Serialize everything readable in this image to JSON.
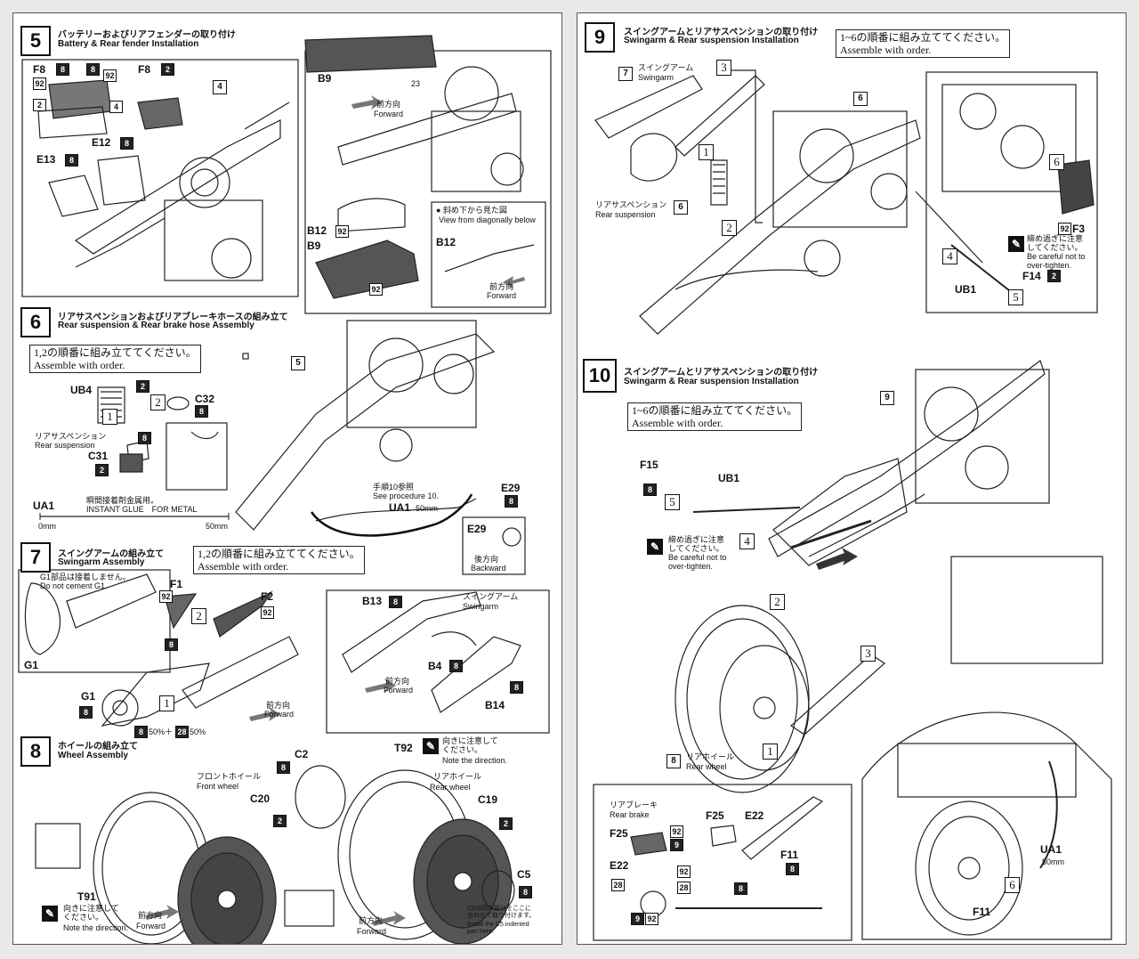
{
  "step5": {
    "num": "5",
    "title_jp": "バッテリーおよびリアフェンダーの取り付け",
    "title_en": "Battery & Rear fender Installation",
    "parts": {
      "f8a": "F8",
      "f8b": "F8",
      "e12": "E12",
      "e13": "E13",
      "b9a": "B9",
      "b9b": "B9",
      "b12a": "B12",
      "b12b": "B12"
    },
    "codes": {
      "c8a": "8",
      "c8b": "8",
      "c92a": "92",
      "c92b": "92",
      "c2a": "2",
      "c4": "4",
      "c2b": "2",
      "c8c": "8",
      "c8d": "8",
      "c23": "23",
      "c92c": "92",
      "c92d": "92"
    },
    "ref": "4",
    "forward_jp": "前方向",
    "forward_en": "Forward",
    "diag_jp": "● 斜め下から見た図",
    "diag_en": "View from diagonally below",
    "forward2_jp": "前方向",
    "forward2_en": "Forward"
  },
  "step6": {
    "num": "6",
    "title_jp": "リアサスペンションおよびリアブレーキホースの組み立て",
    "title_en": "Rear suspension & Rear brake hose Assembly",
    "note_jp": "1,2の順番に組み立ててください。",
    "note_en": "Assemble with order.",
    "ub4": "UB4",
    "c32": "C32",
    "c31": "C31",
    "rear_susp_jp": "リアサスペンション",
    "rear_susp_en": "Rear suspension",
    "order1": "1",
    "order2": "2",
    "codes": {
      "a": "2",
      "b": "8",
      "c": "8",
      "d": "2"
    },
    "ref": "5",
    "ua1": "UA1",
    "glue_jp": "瞬間接着剤金属用。",
    "glue_en": "INSTANT GLUE　FOR METAL",
    "scale_start": "0mm",
    "scale_end": "50mm",
    "proc_jp": "手順10参照",
    "proc_en": "See procedure 10.",
    "ua1_b": "UA1",
    "ua1_len": "50mm",
    "e29a": "E29",
    "e29b": "E29",
    "e29_code": "8",
    "backward_jp": "後方向",
    "backward_en": "Backward"
  },
  "step7": {
    "num": "7",
    "title_jp": "スイングアームの組み立て",
    "title_en": "Swingarm Assembly",
    "note_jp": "1,2の順番に組み立ててください。",
    "note_en": "Assemble with order.",
    "g1_warn_jp": "G1部品は接着しません。",
    "g1_warn_en": "Do not cement G1.",
    "g1a": "G1",
    "g1b": "G1",
    "f1": "F1",
    "f2": "F2",
    "codes": {
      "f1": "92",
      "f2": "92",
      "chain": "8",
      "g1": "8",
      "b13": "8",
      "b4": "8",
      "b14": "8"
    },
    "order1": "1",
    "order2": "2",
    "mix_a": "8",
    "mix_a_pct": "50%＋",
    "mix_b": "28",
    "mix_b_pct": "50%",
    "forward_jp": "前方向",
    "forward_en": "Forward",
    "b13": "B13",
    "b4": "B4",
    "b14": "B14",
    "swingarm_jp": "スイングアーム",
    "swingarm_en": "Swingarm",
    "forward2_jp": "前方向",
    "forward2_en": "Forward"
  },
  "step8": {
    "num": "8",
    "title_jp": "ホイールの組み立て",
    "title_en": "Wheel Assembly",
    "front_jp": "フロントホイール",
    "front_en": "Front wheel",
    "c20": "C20",
    "c20_code": "2",
    "t91": "T91",
    "dir_jp": "向きに注意して\nください。",
    "dir_en": "Note the direction.",
    "forward_jp": "前方向",
    "forward_en": "Forward",
    "c2": "C2",
    "c2_code": "8",
    "t92": "T92",
    "dir2_jp": "向きに注意して\nください。",
    "dir2_en": "Note the direction.",
    "rear_jp": "リアホイール",
    "rear_en": "Rear wheel",
    "c19": "C19",
    "c19_code": "2",
    "c5": "C5",
    "c5_code": "8",
    "forward2_jp": "前方向",
    "forward2_en": "Forward",
    "c5_note_jp": "C5の凹み部分をここに\n合わせて取り付けます。",
    "c5_note_en": "Install the C5 indented\npart here."
  },
  "step9": {
    "num": "9",
    "title_jp": "スイングアームとリアサスペンションの取り付け",
    "title_en": "Swingarm & Rear suspension Installation",
    "note_jp": "1~6の順番に組み立ててください。",
    "note_en": "Assemble with order.",
    "ref7": "7",
    "swingarm_jp": "スイングアーム",
    "swingarm_en": "Swingarm",
    "order3": "3",
    "order1": "1",
    "order2": "2",
    "order4": "4",
    "order5": "5",
    "order6": "6",
    "ref6a": "6",
    "ref6b": "6",
    "rear_susp_jp": "リアサスペンション",
    "rear_susp_en": "Rear suspension",
    "f3": "F3",
    "f3_code": "92",
    "caution_jp": "締め過ぎに注意\nしてください。",
    "caution_en": "Be careful not to\nover-tighten.",
    "f14": "F14",
    "f14_code": "2",
    "ub1": "UB1"
  },
  "step10": {
    "num": "10",
    "title_jp": "スイングアームとリアサスペンションの取り付け",
    "title_en": "Swingarm & Rear suspension Installation",
    "note_jp": "1~6の順番に組み立ててください。",
    "note_en": "Assemble with order.",
    "ref9": "9",
    "f15": "F15",
    "f15_code": "8",
    "ub1": "UB1",
    "order5": "5",
    "order4": "4",
    "order2": "2",
    "order3": "3",
    "order1": "1",
    "order6": "6",
    "caution_jp": "締め過ぎに注意\nしてください。",
    "caution_en": "Be careful not to\nover-tighten.",
    "ref8": "8",
    "rear_wheel_jp": "リアホイール",
    "rear_wheel_en": "Rear wheel",
    "rear_brake_jp": "リアブレーキ",
    "rear_brake_en": "Rear brake",
    "f25a": "F25",
    "f25b": "F25",
    "e22a": "E22",
    "e22b": "E22",
    "f11a": "F11",
    "f11b": "F11",
    "codes": {
      "f25_1": "92",
      "f25_2": "9",
      "e22_1": "92",
      "e22_2": "28",
      "e22_3": "28",
      "e22_4": "9",
      "e22_5": "92",
      "f11": "8",
      "rod": "8"
    },
    "ua1": "UA1",
    "ua1_len": "50mm"
  }
}
